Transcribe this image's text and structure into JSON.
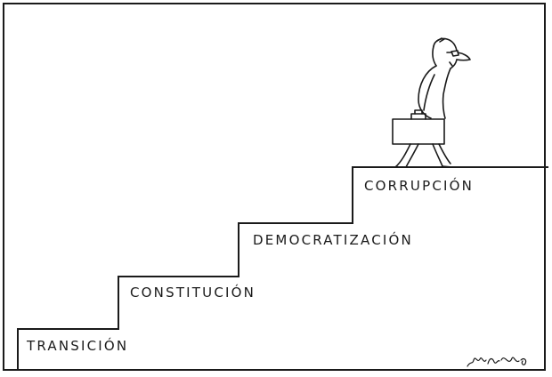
{
  "steps": [
    {
      "label": "TRANSICIÓN"
    },
    {
      "label": "CONSTITUCIÓN"
    },
    {
      "label": "DEMOCRATIZACIÓN"
    },
    {
      "label": "CORRUPCIÓN"
    }
  ],
  "colors": {
    "ink": "#1a1a1a",
    "paper": "#ffffff"
  }
}
